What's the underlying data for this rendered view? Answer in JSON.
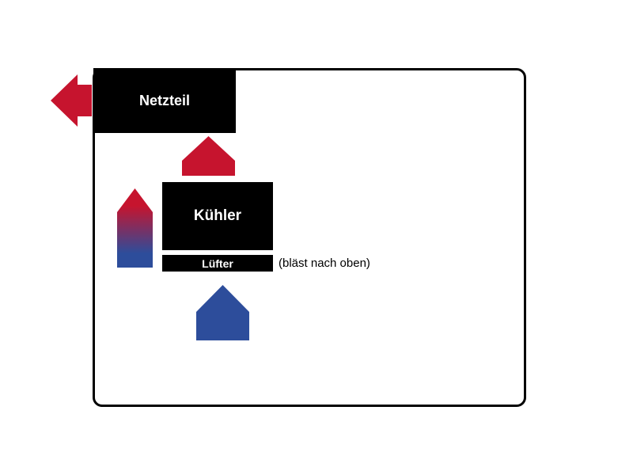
{
  "diagram": {
    "title": "PC case airflow diagram",
    "labels": {
      "netzteil": "Netzteil",
      "kuehler": "Kühler",
      "luefter": "Lüfter",
      "luefter_note": "(bläst nach oben)"
    },
    "colors": {
      "red": "#c6142e",
      "blue": "#2d4d9b",
      "box_black": "#000000",
      "case_border": "#000000",
      "background": "#ffffff"
    },
    "icons": {
      "psu_exhaust_arrow": "left-arrow-red (warm air exits case left through PSU)",
      "heat_rise_arrow": "up-arrow-red (warm air rises from cooler to PSU)",
      "airflow_gradient_arrow": "up-arrow-gradient blue-to-red (air warming as it rises)",
      "fan_intake_arrow": "up-arrow-blue (cool air blown upward by fan)"
    }
  }
}
